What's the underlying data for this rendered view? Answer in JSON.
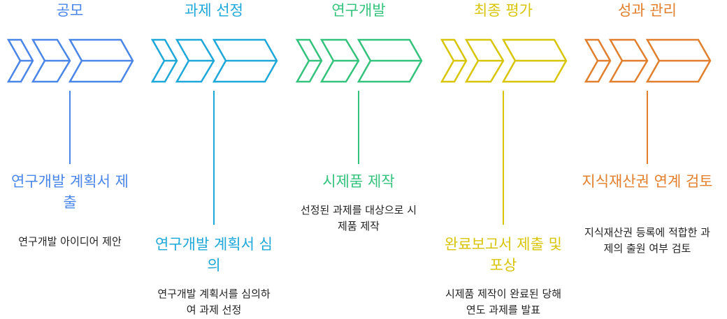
{
  "stages": [
    {
      "title": "공모",
      "subtitle": "연구개발 계획서 제출",
      "description": "연구개발 아이디어 제안",
      "color": "#4a86e8"
    },
    {
      "title": "과제 선정",
      "subtitle": "연구개발 계획서 심의",
      "description": "연구개발 계획서를 심의하여 과제 선정",
      "color": "#1ea8da"
    },
    {
      "title": "연구개발",
      "subtitle": "시제품 제작",
      "description": "선정된 과제를 대상으로 시제품 제작",
      "color": "#34c37c"
    },
    {
      "title": "최종 평가",
      "subtitle": "완료보고서 제출 및 포상",
      "description": "시제품 제작이 완료된 당해 연도 과제를 발표",
      "color": "#d8c508"
    },
    {
      "title": "성과 관리",
      "subtitle": "지식재산권 연계 검토",
      "description": "지식재산권 등록에 적합한 과제의 출원 여부 검토",
      "color": "#e27f2c"
    }
  ]
}
